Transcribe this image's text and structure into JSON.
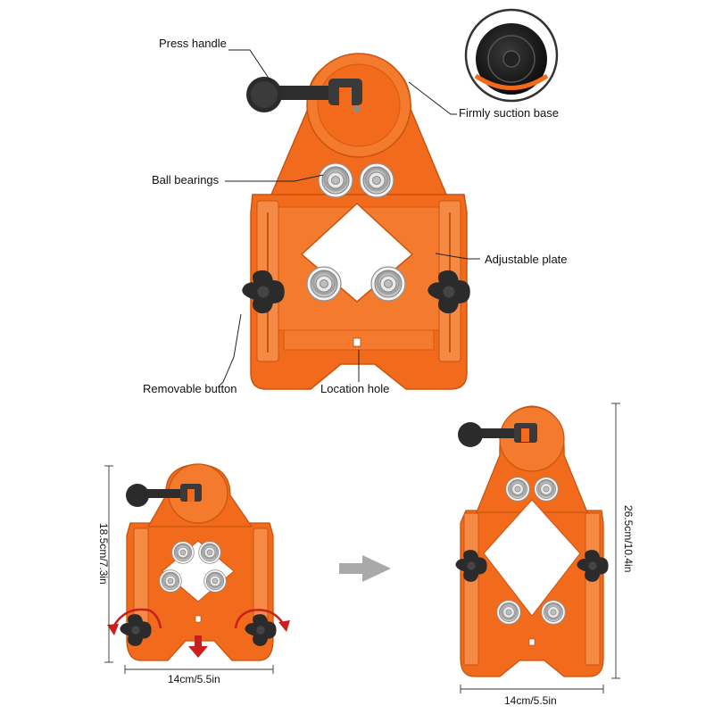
{
  "colors": {
    "body": "#f26a1b",
    "body_dark": "#d9560d",
    "body_light": "#f7893f",
    "knob": "#2b2b2b",
    "arrow_red": "#c91f1f",
    "arrow_gray": "#a9a9a9"
  },
  "callouts": {
    "press_handle": "Press handle",
    "suction_base": "Firmly suction base",
    "ball_bearings": "Ball bearings",
    "adjustable_plate": "Adjustable plate",
    "removable_button": "Removable button",
    "location_hole": "Location hole"
  },
  "small_tool": {
    "height_label": "18.5cm/7.3in",
    "width_label": "14cm/5.5in"
  },
  "large_tool": {
    "height_label": "26.5cm/10.4in",
    "width_label": "14cm/5.5in"
  },
  "icons": {
    "transition_arrow": "right-arrow-icon",
    "rotate_arrows": "rotate-arrow-icon",
    "push_down_arrow": "down-arrow-icon"
  }
}
